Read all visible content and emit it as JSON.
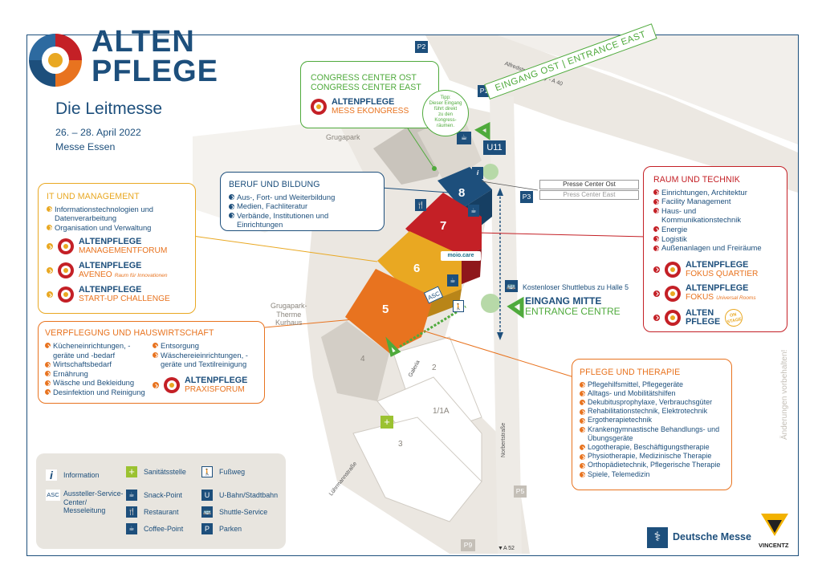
{
  "brand": {
    "line1": "ALTEN",
    "line2": "PFLEGE",
    "subtitle": "Die Leitmesse",
    "dates": "26. – 28. April 2022",
    "venue": "Messe Essen"
  },
  "colors": {
    "navy": "#1d4f7c",
    "red": "#c42026",
    "orange": "#e8731f",
    "yellow": "#e9a822",
    "green": "#4faa3c",
    "gray": "#d9d5cf"
  },
  "halls": [
    {
      "id": "8",
      "color": "#1d4f7c"
    },
    {
      "id": "7",
      "color": "#c42026"
    },
    {
      "id": "6",
      "color": "#e9a822"
    },
    {
      "id": "5",
      "color": "#e8731f"
    },
    {
      "id": "4",
      "color": "#d3cec6"
    },
    {
      "id": "2",
      "color": "#ffffff"
    },
    {
      "id": "1/1A",
      "color": "#ffffff"
    },
    {
      "id": "3",
      "color": "#ffffff"
    }
  ],
  "congress": {
    "title1": "CONGRESS CENTER OST",
    "title2": "CONGRESS CENTER    EAST",
    "sub1": "ALTENPFLEGE",
    "sub2": "MESS EKONGRESS",
    "tip": [
      "Tipp:",
      "Dieser Eingang",
      "führt direkt",
      "zu den",
      "Kongress-",
      "räumen."
    ]
  },
  "entrances": {
    "east": "EINGANG OST |  ENTRANCE  EAST",
    "mitte1": "EINGANG MITTE",
    "mitte2": "ENTRANCE CENTRE",
    "shuttle": "Kostenloser Shuttlebus zu Halle 5"
  },
  "press": {
    "de": "Presse Center Ost",
    "en": "Press Center East"
  },
  "map_labels": {
    "grugapark": "Grugapark",
    "therme": [
      "Grugapark-",
      "Therme",
      "Kurhaus"
    ],
    "alfred": "Alfredstraße - City - A 40",
    "norbert": "Norbertstraße",
    "lohmann": "Lührmannstraße",
    "galeria": "Galeria",
    "a52": "A 52",
    "u11": "U11",
    "moio": "moio.care",
    "asc": "ASC",
    "reserved": "Änderungen vorbehalten!"
  },
  "parking": [
    "P1",
    "P2",
    "P3",
    "P5",
    "P9"
  ],
  "boxes": {
    "it": {
      "title": "IT UND MANAGEMENT",
      "items": [
        "Informationstechnologien und Datenverarbeitung",
        "Organisation und Verwaltung"
      ],
      "subs": [
        {
          "a": "ALTENPFLEGE",
          "b": "MANAGEMENTFORUM",
          "c": ""
        },
        {
          "a": "ALTENPFLEGE",
          "b": "AVENEO",
          "c": "Raum für Innovationen"
        },
        {
          "a": "ALTENPFLEGE",
          "b": "START-UP CHALLENGE",
          "c": ""
        }
      ]
    },
    "beruf": {
      "title": "BERUF UND BILDUNG",
      "items": [
        "Aus-, Fort- und Weiterbildung",
        "Medien, Fachliteratur",
        "Verbände, Institutionen und Einrichtungen"
      ]
    },
    "raum": {
      "title": "RAUM UND TECHNIK",
      "items": [
        "Einrichtungen, Architektur",
        "Facility Management",
        "Haus- und Kommunikationstechnik",
        "Energie",
        "Logistik",
        "Außenanlagen und Freiräume"
      ],
      "subs": [
        {
          "a": "ALTENPFLEGE",
          "b": "FOKUS QUARTIER",
          "c": ""
        },
        {
          "a": "ALTENPFLEGE",
          "b": "FOKUS",
          "c": "Universal Rooms"
        },
        {
          "a": "ALTEN",
          "b": "PFLEGE",
          "c": "ON STAGE"
        }
      ]
    },
    "verpf": {
      "title": "VERPFLEGUNG UND HAUSWIRTSCHAFT",
      "col1": [
        "Kücheneinrichtungen, -geräte und -bedarf",
        "Wirtschaftsbedarf",
        "Ernährung",
        "Wäsche und Bekleidung",
        "Desinfektion und Reinigung"
      ],
      "col2": [
        "Entsorgung",
        "Wäschereieinrichtungen, -geräte und Textilreinigung"
      ],
      "sub": {
        "a": "ALTENPFLEGE",
        "b": "PRAXISFORUM"
      }
    },
    "pflege": {
      "title": "PFLEGE UND THERAPIE",
      "items": [
        "Pflegehilfsmittel, Pflegegeräte",
        "Alltags- und Mobilitätshilfen",
        "Dekubitusprophylaxe, Verbrauchsgüter",
        "Rehabilitationstechnik, Elektrotechnik",
        "Ergotherapietechnik",
        "Krankengymnastische Behandlungs- und Übungsgeräte",
        "Logotherapie, Beschäftigungstherapie",
        "Physiotherapie, Medizinische Therapie",
        "Orthopädietechnik, Pflegerische Therapie",
        "Spiele, Telemedizin"
      ]
    }
  },
  "legend": [
    {
      "icon": "info-icon",
      "glyph": "i",
      "label": "Information"
    },
    {
      "icon": "asc-icon",
      "glyph": "ASC",
      "label": "Aussteller-Service-Center/ Messeleitung"
    },
    {
      "icon": "first-aid-icon",
      "glyph": "+",
      "label": "Sanitätsstelle"
    },
    {
      "icon": "snack-icon",
      "glyph": "☕",
      "label": "Snack-Point"
    },
    {
      "icon": "restaurant-icon",
      "glyph": "🍴",
      "label": "Restaurant"
    },
    {
      "icon": "coffee-icon",
      "glyph": "☕",
      "label": "Coffee-Point"
    },
    {
      "icon": "walk-icon",
      "glyph": "🚶",
      "label": "Fußweg"
    },
    {
      "icon": "subway-icon",
      "glyph": "U",
      "label": "U-Bahn/Stadtbahn"
    },
    {
      "icon": "bus-icon",
      "glyph": "🚌",
      "label": "Shuttle-Service"
    },
    {
      "icon": "parking-icon",
      "glyph": "P",
      "label": "Parken"
    }
  ],
  "footer": {
    "messe": "Deutsche Messe",
    "vincentz": "VINCENTZ"
  }
}
